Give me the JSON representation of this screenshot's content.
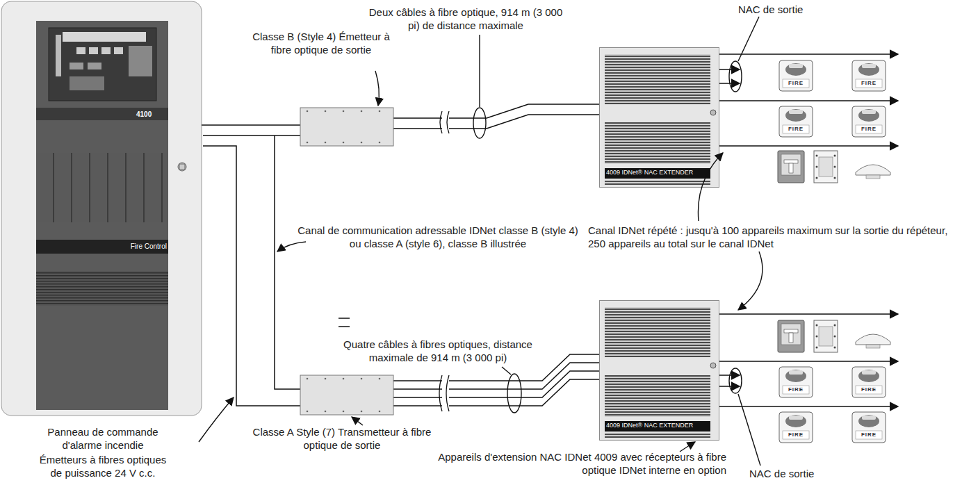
{
  "diagram": {
    "nodes": [
      {
        "text": [
          "4100",
          "Fire Control"
        ]
      },
      {
        "text": [
          "Classe B (Style 4) Émetteur à fibre optique de sortie"
        ]
      },
      {
        "text": [
          "Classe A Style (7) Transmetteur à fibre optique de sortie"
        ]
      },
      {
        "text": [
          "4009 IDNet® NAC EXTENDER"
        ]
      },
      {
        "text": [
          "4009 IDNet® NAC EXTENDER"
        ]
      }
    ],
    "edges": [
      {
        "from": 0,
        "to": 1,
        "arrow": "none"
      },
      {
        "from": 0,
        "to": 2,
        "arrow": "none"
      },
      {
        "from": 1,
        "to": 3,
        "arrow": "none"
      },
      {
        "from": 2,
        "to": 4,
        "arrow": "none"
      }
    ],
    "labels": [
      "Deux câbles à fibre optique, 914 m (3 000 pi) de distance maximale",
      "NAC de sortie",
      "Canal de communication adressable IDNet classe B (style 4) ou classe A (style 6), classe B illustrée",
      "Canal IDNet répété : jusqu'à 100 appareils maximum sur la sortie du répéteur, 250 appareils au total sur le canal IDNet",
      "Quatre câbles à fibres optiques, distance maximale de 914 m (3 000 pi)",
      "Panneau de commande d'alarme incendie",
      "Émetteurs à fibres optiques de puissance 24 V c.c.",
      "Appareils d'extension NAC IDNet 4009 avec récepteurs à fibre optique IDNet interne en option",
      "NAC de sortie",
      "FIRE",
      "FIRE",
      "FIRE",
      "FIRE",
      "FIRE",
      "FIRE",
      "FIRE",
      "FIRE"
    ]
  }
}
